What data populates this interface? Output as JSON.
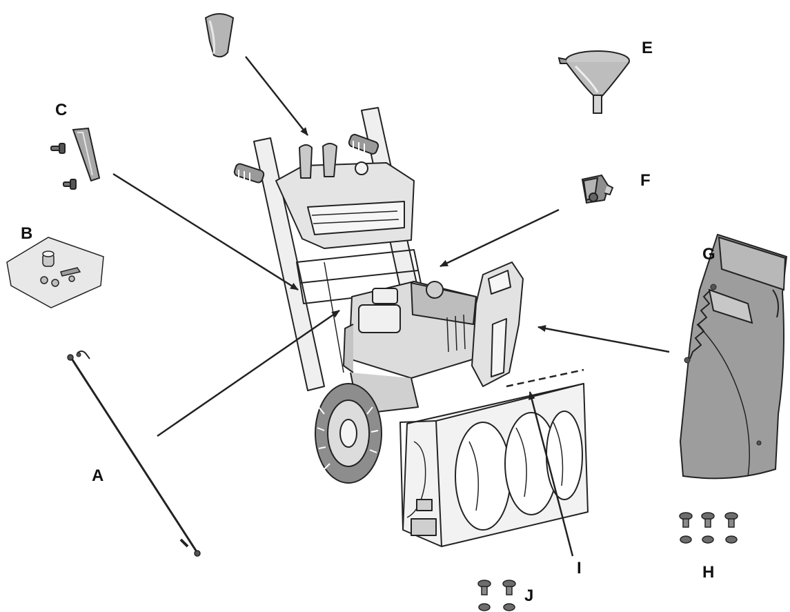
{
  "labels": {
    "a": "A",
    "b": "B",
    "c": "C",
    "e": "E",
    "f": "F",
    "g": "G",
    "h": "H",
    "i": "I",
    "j": "J"
  },
  "colors": {
    "line": "#222222",
    "part_fill": "#d6d6d6",
    "part_fill_light": "#ececec",
    "part_fill_dark": "#9a9a9a"
  }
}
